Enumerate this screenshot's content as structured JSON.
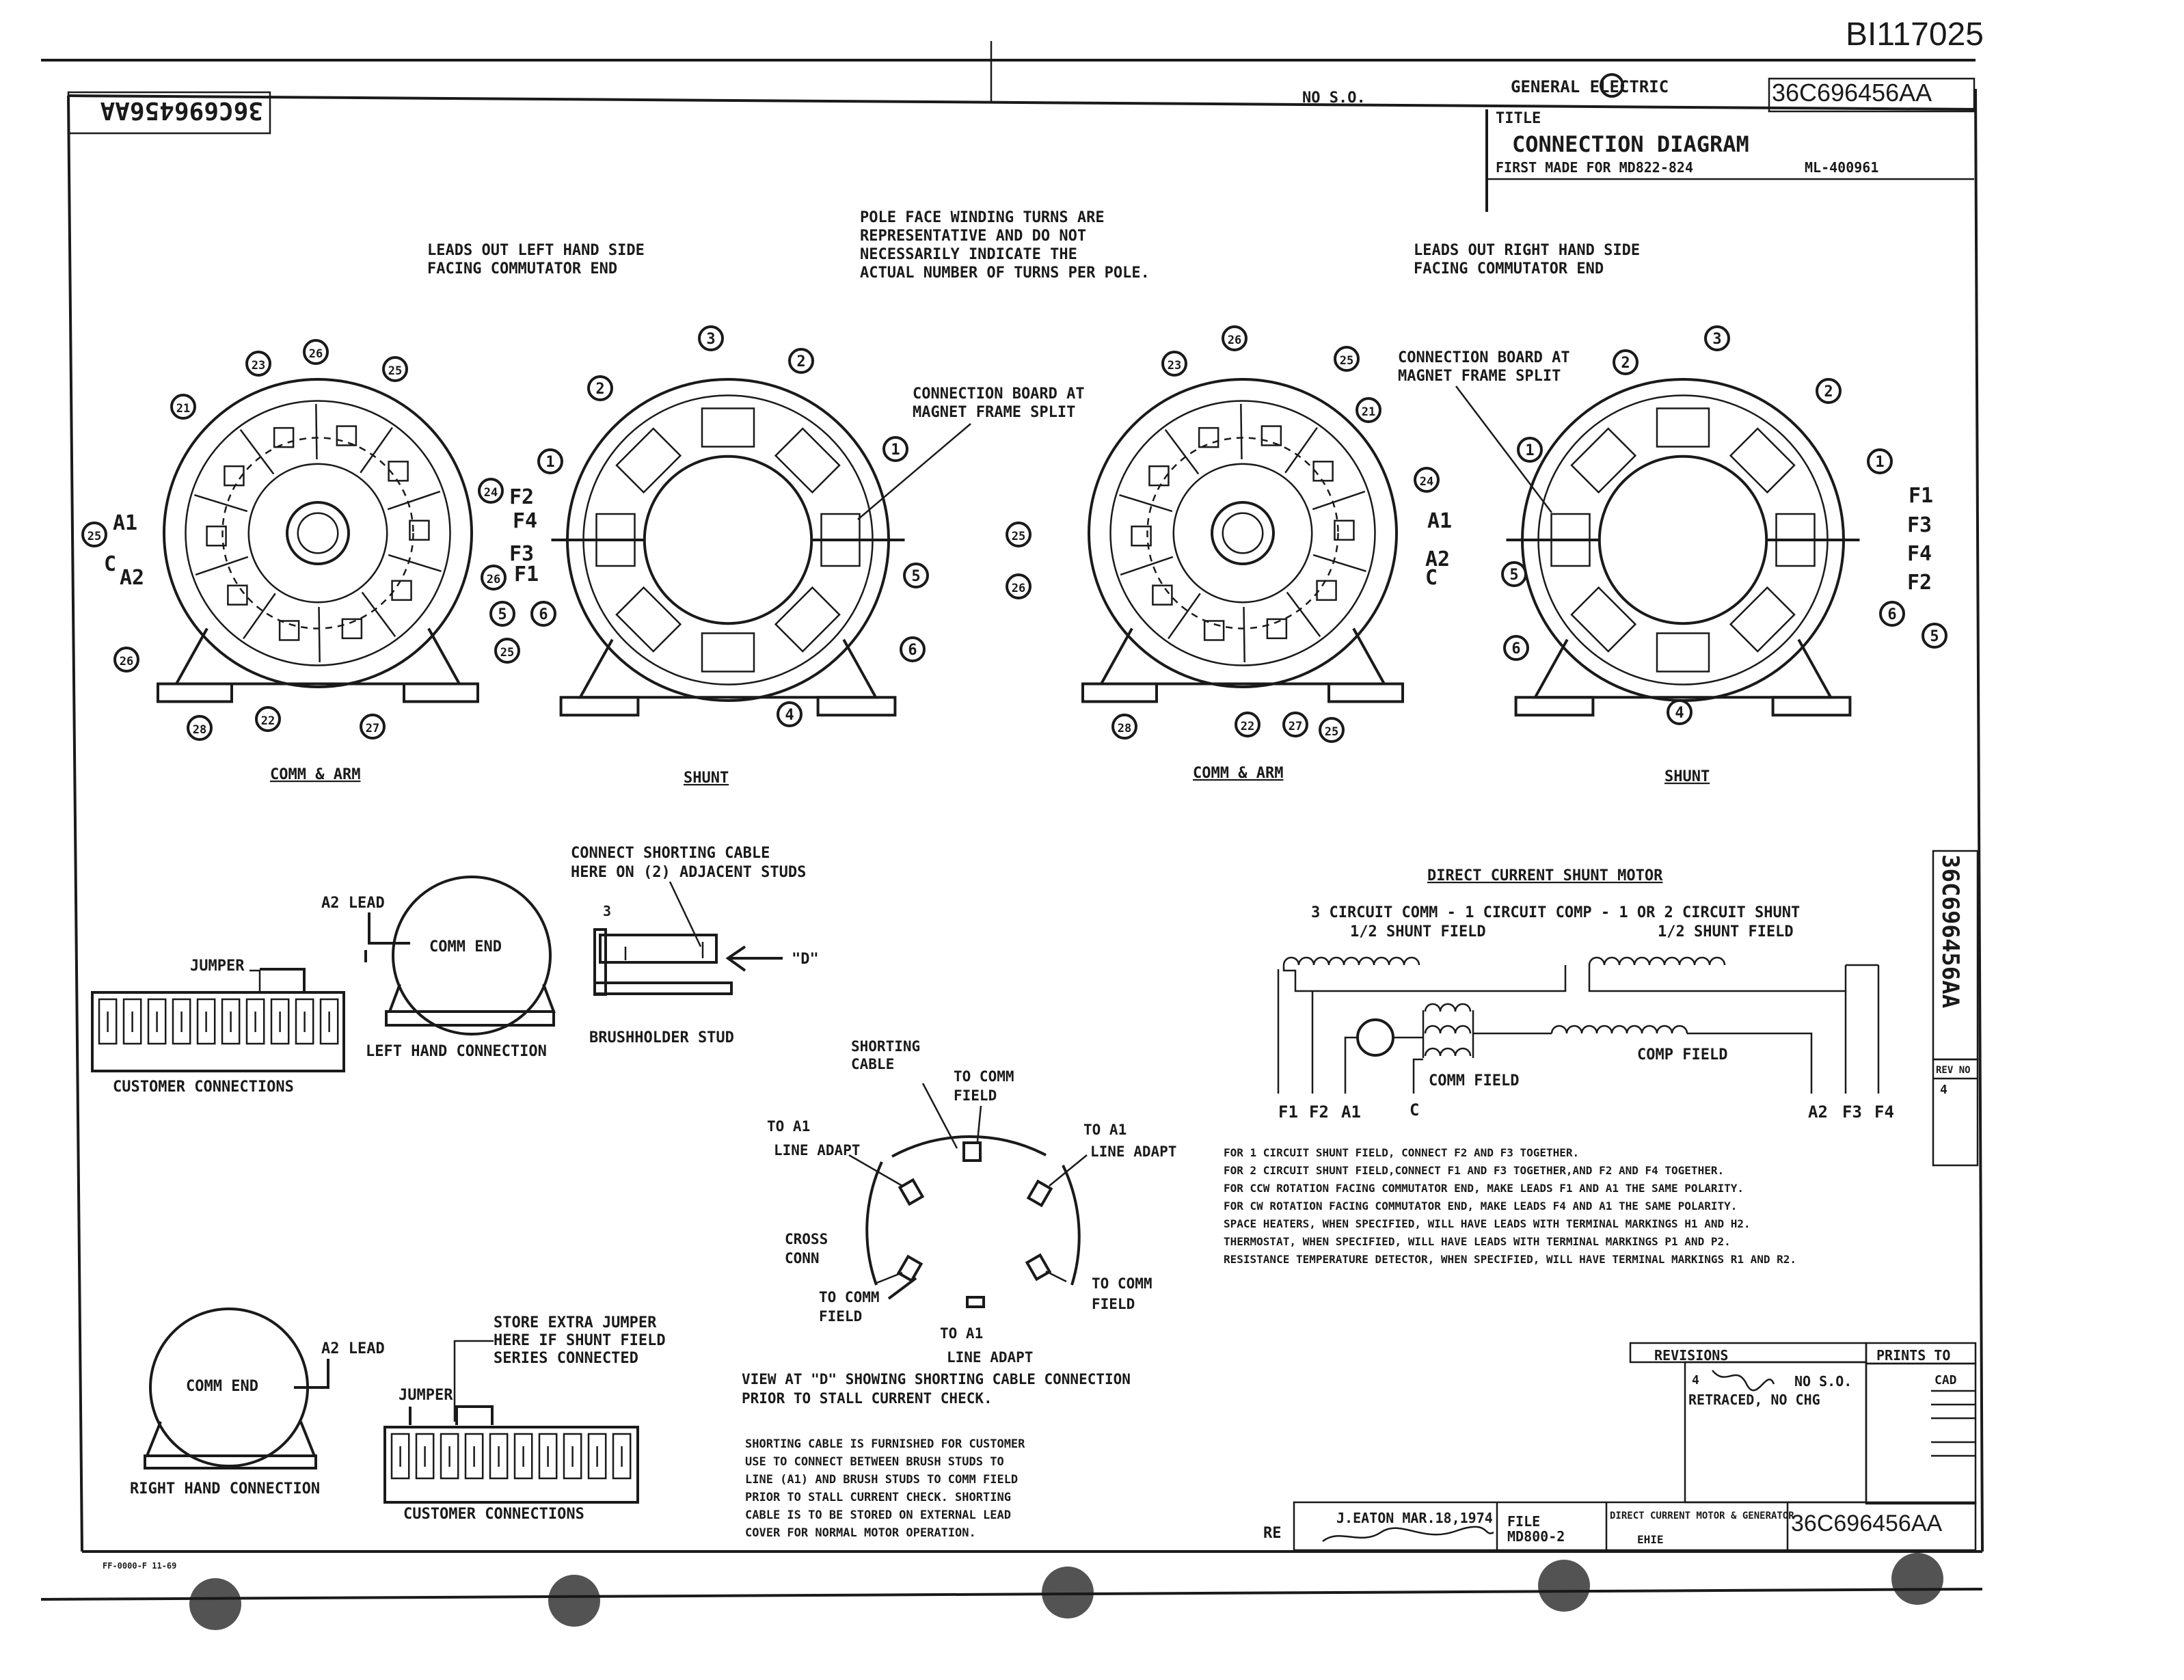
{
  "doc_id": "BI117025",
  "title_block": {
    "company": "GENERAL ELECTRIC",
    "drawing_number": "36C696456AA",
    "no_so": "NO S.O.",
    "title_label": "TITLE",
    "title": "CONNECTION DIAGRAM",
    "first_made_for": "FIRST MADE FOR MD822-824",
    "ml_number": "ML-400961",
    "made_by": "J.EATON MAR.18,1974",
    "file": "FILE",
    "file_no": "MD800-2",
    "dept": "DIRECT CURRENT MOTOR & GENERATOR",
    "location": "EHIE",
    "cad": "CAD",
    "re": "RE"
  },
  "revisions": {
    "header": "REVISIONS",
    "prints_to": "PRINTS TO",
    "rev_no": "4",
    "no_so": "NO S.O.",
    "retraced": "RETRACED, NO CHG",
    "rev_side_label": "REV NO",
    "rev_side_value": "4"
  },
  "notes": {
    "left_side": [
      "LEADS OUT LEFT HAND SIDE",
      "FACING COMMUTATOR END"
    ],
    "pole_face": [
      "POLE FACE WINDING TURNS ARE",
      "REPRESENTATIVE AND DO NOT",
      "NECESSARILY INDICATE THE",
      "ACTUAL NUMBER OF TURNS PER POLE."
    ],
    "right_side": [
      "LEADS OUT RIGHT HAND SIDE",
      "FACING COMMUTATOR END"
    ],
    "conn_board_1": [
      "CONNECTION BOARD AT",
      "MAGNET FRAME SPLIT"
    ],
    "conn_board_2": [
      "CONNECTION BOARD AT",
      "MAGNET FRAME SPLIT"
    ]
  },
  "diagram_labels": {
    "comm_arm_1": "COMM & ARM",
    "shunt_1": "SHUNT",
    "comm_arm_2": "COMM & ARM",
    "shunt_2": "SHUNT"
  },
  "lead_numbers": {
    "d1": [
      "21",
      "23",
      "26",
      "25",
      "24",
      "26",
      "25",
      "26",
      "28",
      "22",
      "27",
      "25"
    ],
    "d2": [
      "3",
      "2",
      "2",
      "1",
      "1",
      "5",
      "6",
      "6",
      "4",
      "5"
    ],
    "d3": [
      "23",
      "26",
      "25",
      "21",
      "24",
      "25",
      "26",
      "28",
      "22",
      "27",
      "25"
    ],
    "d4": [
      "3",
      "2",
      "2",
      "1",
      "1",
      "5",
      "6",
      "4",
      "6",
      "5"
    ]
  },
  "lead_letters": {
    "d1": [
      "A1",
      "C",
      "A2"
    ],
    "d2": [
      "F2",
      "F4",
      "F3",
      "F1"
    ],
    "d3": [
      "A1",
      "A2",
      "C"
    ],
    "d4": [
      "F1",
      "F3",
      "F4",
      "F2"
    ]
  },
  "left_conn": {
    "a2_lead": "A2 LEAD",
    "comm_end": "COMM END",
    "jumper": "JUMPER",
    "caption": "LEFT HAND CONNECTION",
    "customer": "CUSTOMER CONNECTIONS"
  },
  "brush_stud": {
    "note": [
      "CONNECT SHORTING CABLE",
      "HERE ON (2) ADJACENT STUDS"
    ],
    "num": "3",
    "d_label": "\"D\"",
    "caption": "BRUSHHOLDER STUD"
  },
  "shorting_view": {
    "shorting_cable": [
      "SHORTING",
      "CABLE"
    ],
    "to_comm_field_top": [
      "TO COMM",
      "FIELD"
    ],
    "to_a1_left": [
      "TO A1",
      "LINE ADAPT"
    ],
    "to_a1_right": [
      "TO A1",
      "LINE ADAPT"
    ],
    "cross_conn": [
      "CROSS",
      "CONN"
    ],
    "to_comm_field_left": [
      "TO COMM",
      "FIELD"
    ],
    "to_comm_field_right": [
      "TO COMM",
      "FIELD"
    ],
    "to_a1_bottom": [
      "TO A1",
      "LINE ADAPT"
    ],
    "view_caption": [
      "VIEW AT \"D\" SHOWING SHORTING CABLE CONNECTION",
      "PRIOR TO STALL CURRENT CHECK."
    ],
    "furnished_note": [
      "SHORTING CABLE IS FURNISHED FOR CUSTOMER",
      "USE TO CONNECT BETWEEN BRUSH STUDS TO",
      "LINE (A1) AND BRUSH STUDS TO COMM FIELD",
      "PRIOR TO STALL CURRENT CHECK. SHORTING",
      "CABLE IS TO BE STORED ON EXTERNAL LEAD",
      "COVER FOR NORMAL MOTOR OPERATION."
    ]
  },
  "right_conn": {
    "store_note": [
      "STORE EXTRA JUMPER",
      "HERE IF SHUNT FIELD",
      "SERIES CONNECTED"
    ],
    "comm_end": "COMM END",
    "a2_lead": "A2 LEAD",
    "jumper": "JUMPER",
    "caption": "RIGHT HAND CONNECTION",
    "customer": "CUSTOMER CONNECTIONS"
  },
  "schematic": {
    "title": "DIRECT CURRENT SHUNT MOTOR",
    "subtitle": "3 CIRCUIT COMM - 1 CIRCUIT COMP - 1 OR 2 CIRCUIT SHUNT",
    "half_left": "1/2 SHUNT FIELD",
    "half_right": "1/2 SHUNT FIELD",
    "comm_field": "COMM FIELD",
    "comp_field": "COMP FIELD",
    "terminals_left": [
      "F1",
      "F2",
      "A1",
      "C"
    ],
    "terminals_right": [
      "A2",
      "F3",
      "F4"
    ]
  },
  "instructions": [
    "FOR 1 CIRCUIT SHUNT FIELD, CONNECT F2 AND F3 TOGETHER.",
    "FOR 2 CIRCUIT SHUNT FIELD,CONNECT F1 AND F3 TOGETHER,AND F2 AND F4 TOGETHER.",
    "FOR CCW ROTATION FACING COMMUTATOR END, MAKE LEADS F1 AND A1 THE SAME POLARITY.",
    "FOR CW ROTATION FACING COMMUTATOR END, MAKE LEADS F4 AND A1 THE SAME POLARITY.",
    "SPACE HEATERS, WHEN SPECIFIED, WILL HAVE LEADS WITH TERMINAL MARKINGS H1 AND H2.",
    "THERMOSTAT, WHEN SPECIFIED, WILL HAVE LEADS WITH TERMINAL MARKINGS P1 AND P2.",
    "RESISTANCE TEMPERATURE DETECTOR, WHEN SPECIFIED, WILL HAVE TERMINAL MARKINGS R1 AND R2."
  ],
  "side_number": "36C696456AA",
  "corner_number": "36C696456AA",
  "form_number": "FF-0000-F 11-69"
}
